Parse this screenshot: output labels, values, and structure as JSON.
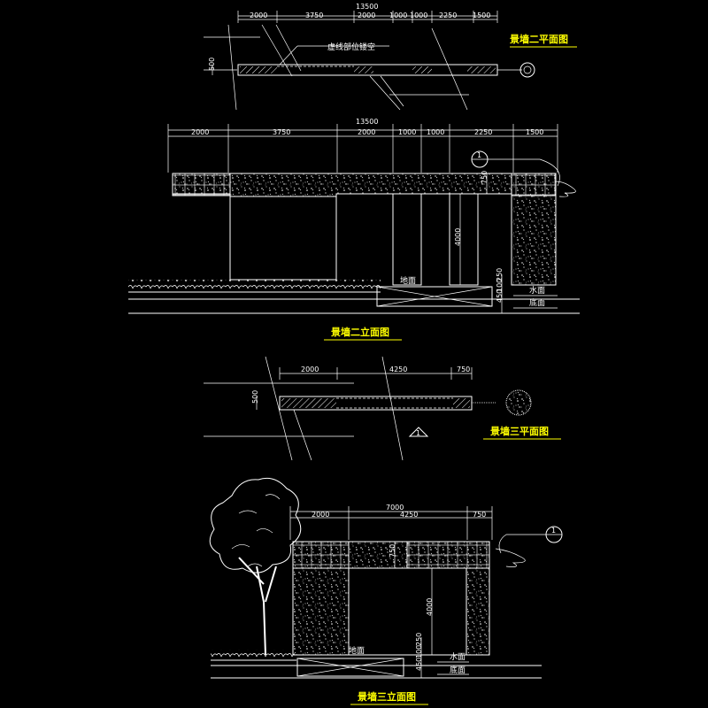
{
  "titles": {
    "plan2": "景墙二平面图",
    "elev2": "景墙二立面图",
    "plan3": "景墙三平面图",
    "elev3": "景墙三立面图"
  },
  "notes": {
    "plan2_note": "虚线部位镂空",
    "ground2": "地面",
    "water2": "水面",
    "pool2": "底面",
    "ground3": "地面",
    "water3": "水面",
    "pool3": "底面"
  },
  "dims": {
    "plan2_total": "13500",
    "plan2_segments": [
      "2000",
      "3750",
      "2000",
      "1000",
      "1000",
      "2250",
      "1500"
    ],
    "plan2_width": "500",
    "elev2_total": "13500",
    "elev2_segments": [
      "2000",
      "3750",
      "2000",
      "1000",
      "1000",
      "2250",
      "1500"
    ],
    "elev2_height": "4000",
    "elev2_top": "750",
    "elev2_base1": "250",
    "elev2_base2": "100",
    "elev2_base3": "450",
    "plan3_segments": [
      "2000",
      "4250",
      "750"
    ],
    "plan3_width": "500",
    "elev3_total": "7000",
    "elev3_segments": [
      "2000",
      "4250",
      "750"
    ],
    "elev3_height": "4000",
    "elev3_top": "750",
    "elev3_base1": "250",
    "elev3_base2": "100",
    "elev3_base3": "450"
  },
  "markers": {
    "section1": "1",
    "section2": "1",
    "plan_marker": "1"
  }
}
